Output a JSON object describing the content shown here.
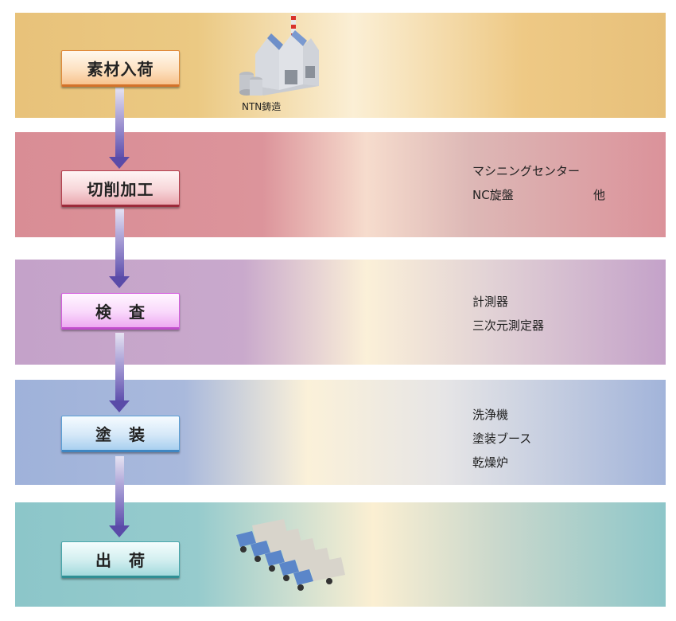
{
  "steps": [
    {
      "label": "素材入荷"
    },
    {
      "label": "切削加工"
    },
    {
      "label": "検　査"
    },
    {
      "label": "塗　装"
    },
    {
      "label": "出　荷"
    }
  ],
  "factory": {
    "label": "NTN鋳造",
    "icon": "factory-icon"
  },
  "shipping": {
    "icon": "trucks-icon"
  },
  "equipment": {
    "cutting": {
      "line1": "マシニングセンター",
      "line2_a": "NC旋盤",
      "line2_b": "他"
    },
    "inspection": {
      "line1": "計測器",
      "line2": "三次元測定器"
    },
    "painting": {
      "line1": "洗浄機",
      "line2": "塗装ブース",
      "line3": "乾燥炉"
    }
  },
  "colors": {
    "band_receiving": "#e8c27a",
    "band_cutting": "#d98d95",
    "band_inspection": "#c4a2c9",
    "band_painting": "#9fb2da",
    "band_shipping": "#8cc6c9",
    "arrow": "#5e4fac"
  }
}
